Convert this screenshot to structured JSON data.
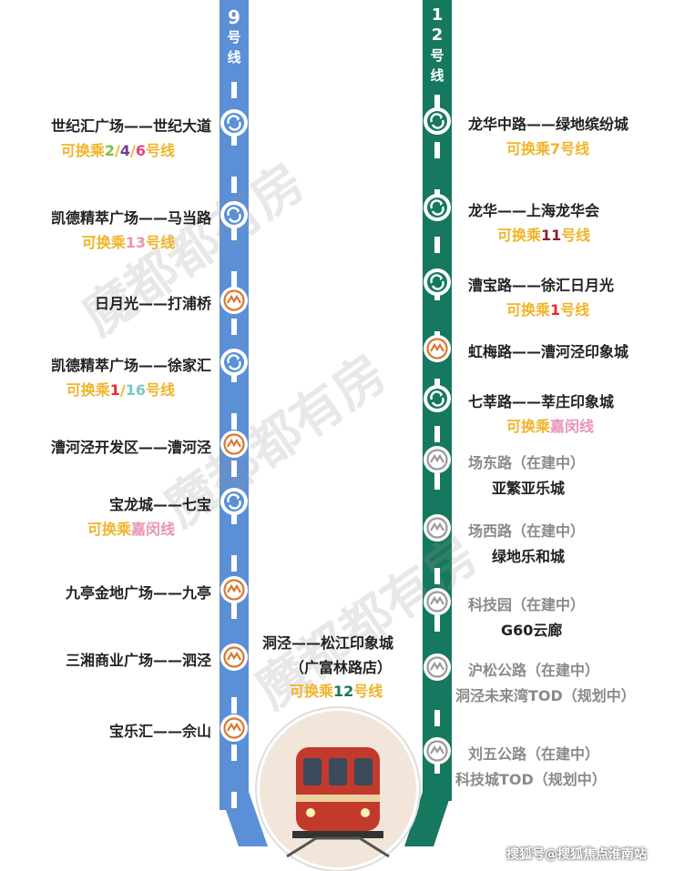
{
  "line9": {
    "label": "9号线",
    "color": "#5b8fd6",
    "stations": [
      {
        "name": "世纪汇广场——世纪大道",
        "xfer_prefix": "可换乘",
        "xfer_parts": [
          {
            "t": "2",
            "c": "#7cc242"
          },
          {
            "t": "/",
            "c": "#f0b429"
          },
          {
            "t": "4",
            "c": "#6f3d97"
          },
          {
            "t": "/",
            "c": "#f0b429"
          },
          {
            "t": "6",
            "c": "#e0467f"
          }
        ],
        "xfer_suffix": "号线",
        "icon": "metro-interchange-icon"
      },
      {
        "name": "凯德精萃广场——马当路",
        "xfer_prefix": "可换乘",
        "xfer_parts": [
          {
            "t": "13",
            "c": "#e993b7"
          }
        ],
        "xfer_suffix": "号线",
        "icon": "metro-interchange-icon"
      },
      {
        "name": "日月光——打浦桥",
        "icon": "metro-station-icon"
      },
      {
        "name": "凯德精萃广场——徐家汇",
        "xfer_prefix": "可换乘",
        "xfer_parts": [
          {
            "t": "1",
            "c": "#e52d2d"
          },
          {
            "t": "/",
            "c": "#f0b429"
          },
          {
            "t": "16",
            "c": "#7bc8c4"
          }
        ],
        "xfer_suffix": "号线",
        "icon": "metro-interchange-icon"
      },
      {
        "name": "漕河泾开发区——漕河泾",
        "icon": "metro-station-icon"
      },
      {
        "name": "宝龙城——七宝",
        "xfer_prefix": "可换乘",
        "xfer_parts": [
          {
            "t": "嘉闵线",
            "c": "#e993b7"
          }
        ],
        "xfer_suffix": "",
        "icon": "metro-interchange-icon"
      },
      {
        "name": "九亭金地广场——九亭",
        "icon": "metro-station-icon"
      },
      {
        "name": "三湘商业广场——泗泾",
        "icon": "metro-station-icon"
      },
      {
        "name": "宝乐汇——佘山",
        "icon": "metro-station-icon"
      }
    ]
  },
  "line12": {
    "label": "12号线",
    "color": "#15785f",
    "stations": [
      {
        "name": "龙华中路——绿地缤纷城",
        "xfer_prefix": "可换乘",
        "xfer_parts": [
          {
            "t": "7",
            "c": "#f0b429"
          }
        ],
        "xfer_suffix": "号线",
        "icon": "metro-interchange-icon"
      },
      {
        "name": "龙华——上海龙华会",
        "xfer_prefix": "可换乘",
        "xfer_parts": [
          {
            "t": "11",
            "c": "#8b2232"
          }
        ],
        "xfer_suffix": "号线",
        "icon": "metro-interchange-icon"
      },
      {
        "name": "漕宝路——徐汇日月光",
        "xfer_prefix": "可换乘",
        "xfer_parts": [
          {
            "t": "1",
            "c": "#e52d2d"
          }
        ],
        "xfer_suffix": "号线",
        "icon": "metro-interchange-icon"
      },
      {
        "name": "虹梅路——漕河泾印象城",
        "icon": "metro-station-icon"
      },
      {
        "name": "七莘路——莘庄印象城",
        "xfer_prefix": "可换乘",
        "xfer_parts": [
          {
            "t": "嘉闵线",
            "c": "#e993b7"
          }
        ],
        "xfer_suffix": "",
        "icon": "metro-interchange-icon"
      },
      {
        "name": "场东路（在建中）",
        "sub": "亚繁亚乐城",
        "icon": "metro-station-gray-icon"
      },
      {
        "name": "场西路（在建中）",
        "sub": "绿地乐和城",
        "icon": "metro-station-gray-icon"
      },
      {
        "name": "科技园（在建中）",
        "sub": "G60云廊",
        "icon": "metro-station-gray-icon"
      },
      {
        "name": "沪松公路（在建中）",
        "sub": "洞泾未来湾TOD（规划中）",
        "icon": "metro-station-gray-icon"
      },
      {
        "name": "刘五公路（在建中）",
        "sub": "科技城TOD（规划中）",
        "icon": "metro-station-gray-icon"
      }
    ]
  },
  "center": {
    "line1": "洞泾——松江印象城",
    "line2": "（广富林路店）",
    "xfer_prefix": "可换乘",
    "xfer_num": "12",
    "xfer_suffix": "号线",
    "xfer_num_color": "#15785f"
  },
  "watermark": "魔都都有房",
  "footer": "搜狐号@搜狐焦点淮南站",
  "colors": {
    "xfer_text": "#f0b429",
    "station_orange": "#d9782d",
    "station_gray": "#9a9a9a"
  }
}
